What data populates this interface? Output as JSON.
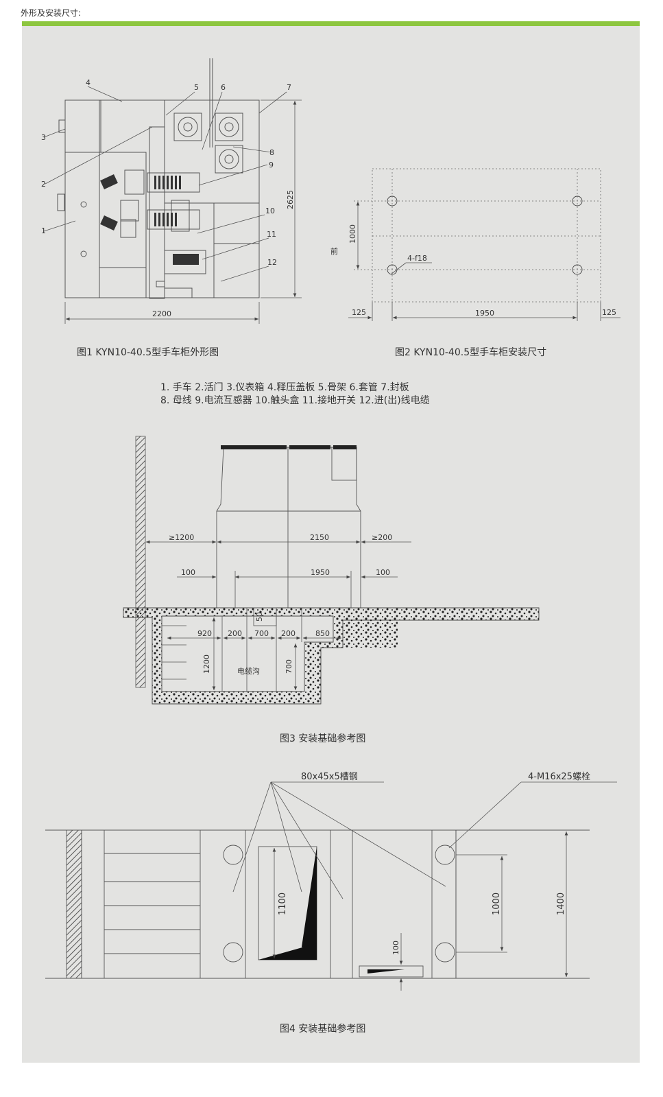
{
  "header": {
    "title": "外形及安装尺寸:"
  },
  "fig1": {
    "caption": "图1  KYN10-40.5型手车柜外形图",
    "callouts": [
      "1",
      "2",
      "3",
      "4",
      "5",
      "6",
      "7",
      "8",
      "9",
      "10",
      "11",
      "12"
    ],
    "dim_width": "2200",
    "dim_height": "2625"
  },
  "fig2": {
    "caption": "图2  KYN10-40.5型手车柜安装尺寸",
    "front_label": "前",
    "dim_depth": "1000",
    "hole_label": "4-f18",
    "dim_left": "125",
    "dim_span": "1950",
    "dim_right": "125"
  },
  "legend": {
    "line1": "1. 手车  2.活门  3.仪表箱   4.释压盖板   5.骨架    6.套管     7.封板",
    "line2": "8. 母线   9.电流互感器   10.触头盒   11.接地开关   12.进(出)线电缆"
  },
  "fig3": {
    "caption": "图3  安装基础参考图",
    "dim_front": "≥1200",
    "dim_width": "2150",
    "dim_back": "≥200",
    "dim_left_offset": "100",
    "dim_span": "1950",
    "dim_right_offset": "100",
    "dim_50": "50",
    "dim_920": "920",
    "dim_200a": "200",
    "dim_700": "700",
    "dim_200b": "200",
    "dim_850": "850",
    "dim_1200": "1200",
    "dim_700v": "700",
    "trench_label": "电缆沟"
  },
  "fig4": {
    "caption": "图4  安装基础参考图",
    "steel_label": "80x45x5槽钢",
    "bolt_label": "4-M16x25螺栓",
    "dim_1100": "1100",
    "dim_1000": "1000",
    "dim_1400": "1400",
    "dim_100": "100"
  }
}
